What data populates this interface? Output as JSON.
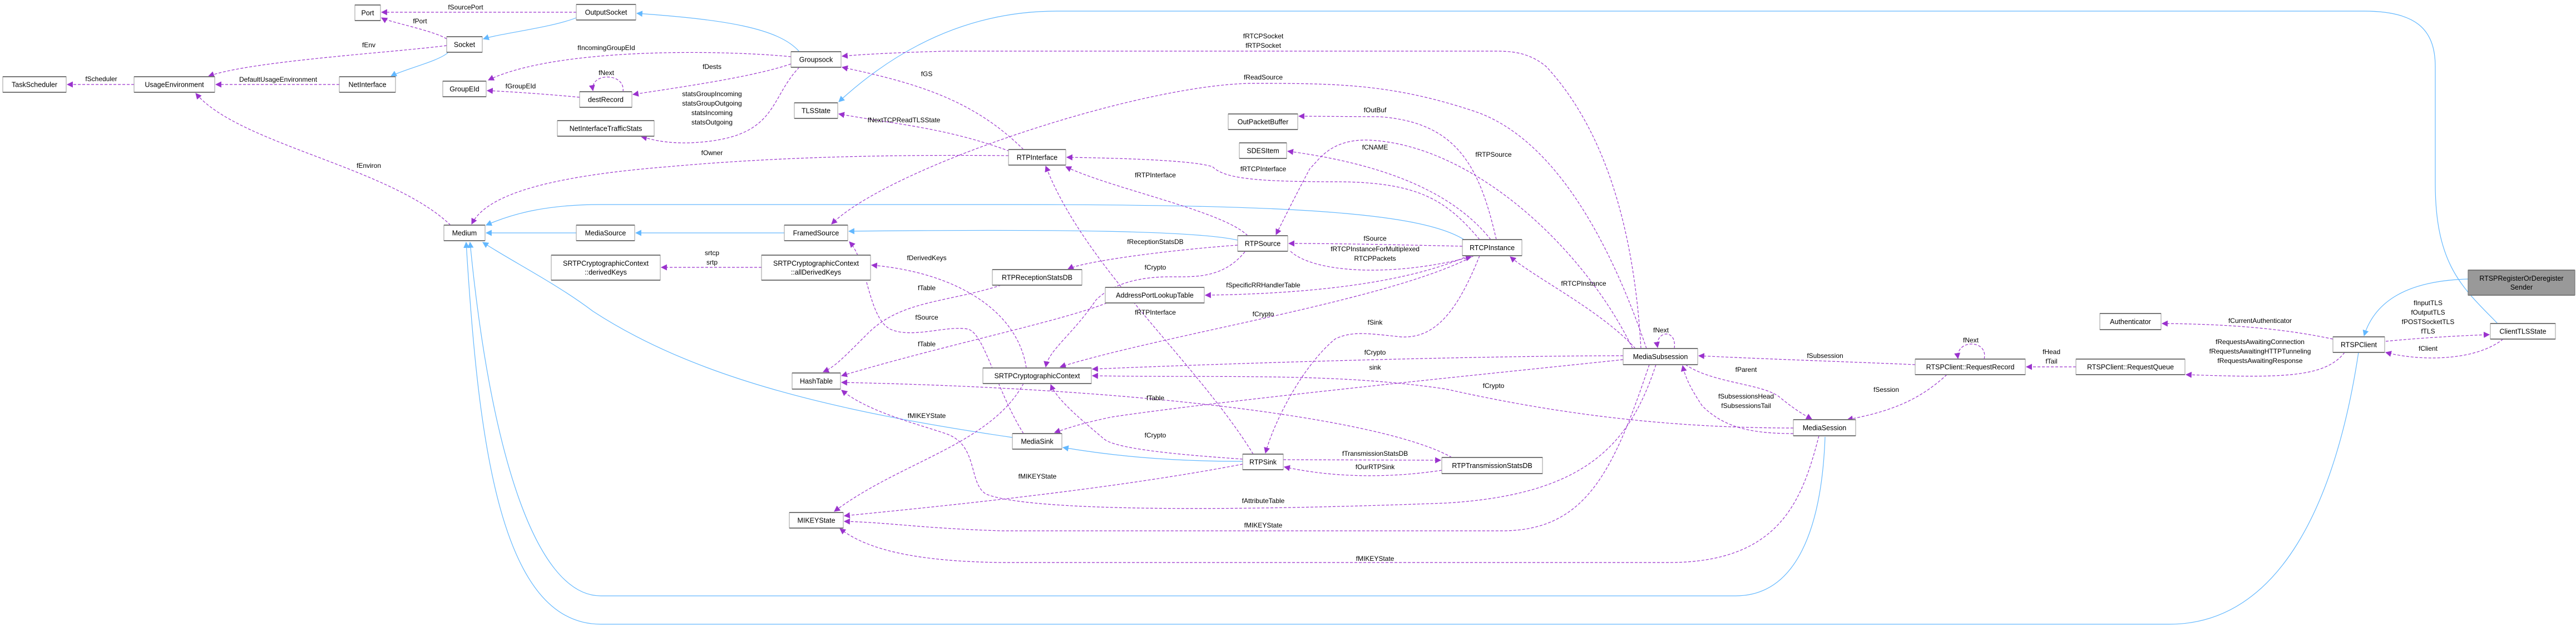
{
  "diagram": {
    "colors": {
      "inheritance": "#63B8FF",
      "usage": "#9A32CD",
      "focus_node": "#999999",
      "node_border": "#999999"
    },
    "nodes": [
      {
        "id": "Port",
        "label": [
          "Port"
        ]
      },
      {
        "id": "OutputSocket",
        "label": [
          "OutputSocket"
        ]
      },
      {
        "id": "Socket",
        "label": [
          "Socket"
        ]
      },
      {
        "id": "TaskScheduler",
        "label": [
          "TaskScheduler"
        ]
      },
      {
        "id": "UsageEnvironment",
        "label": [
          "UsageEnvironment"
        ]
      },
      {
        "id": "NetInterface",
        "label": [
          "NetInterface"
        ]
      },
      {
        "id": "GroupEId",
        "label": [
          "GroupEId"
        ]
      },
      {
        "id": "destRecord",
        "label": [
          "destRecord"
        ]
      },
      {
        "id": "Groupsock",
        "label": [
          "Groupsock"
        ]
      },
      {
        "id": "TLSState",
        "label": [
          "TLSState"
        ]
      },
      {
        "id": "NetInterfaceTrafficStats",
        "label": [
          "NetInterfaceTrafficStats"
        ]
      },
      {
        "id": "Medium",
        "label": [
          "Medium"
        ]
      },
      {
        "id": "MediaSource",
        "label": [
          "MediaSource"
        ]
      },
      {
        "id": "FramedSource",
        "label": [
          "FramedSource"
        ]
      },
      {
        "id": "derivedKeys",
        "label": [
          "SRTPCryptographicContext",
          "::derivedKeys"
        ]
      },
      {
        "id": "allDerivedKeys",
        "label": [
          "SRTPCryptographicContext",
          "::allDerivedKeys"
        ]
      },
      {
        "id": "RTPInterface",
        "label": [
          "RTPInterface"
        ]
      },
      {
        "id": "OutPacketBuffer",
        "label": [
          "OutPacketBuffer"
        ]
      },
      {
        "id": "SDESItem",
        "label": [
          "SDESItem"
        ]
      },
      {
        "id": "RTPSource",
        "label": [
          "RTPSource"
        ]
      },
      {
        "id": "RTCPInstance",
        "label": [
          "RTCPInstance"
        ]
      },
      {
        "id": "RTPReceptionStatsDB",
        "label": [
          "RTPReceptionStatsDB"
        ]
      },
      {
        "id": "AddressPortLookupTable",
        "label": [
          "AddressPortLookupTable"
        ]
      },
      {
        "id": "HashTable",
        "label": [
          "HashTable"
        ]
      },
      {
        "id": "MIKEYState",
        "label": [
          "MIKEYState"
        ]
      },
      {
        "id": "SRTPCryptographicContext",
        "label": [
          "SRTPCryptographicContext"
        ]
      },
      {
        "id": "MediaSink",
        "label": [
          "MediaSink"
        ]
      },
      {
        "id": "RTPSink",
        "label": [
          "RTPSink"
        ]
      },
      {
        "id": "RTPTransmissionStatsDB",
        "label": [
          "RTPTransmissionStatsDB"
        ]
      },
      {
        "id": "MediaSubsession",
        "label": [
          "MediaSubsession"
        ]
      },
      {
        "id": "Authenticator",
        "label": [
          "Authenticator"
        ]
      },
      {
        "id": "RTSPClient",
        "label": [
          "RTSPClient"
        ]
      },
      {
        "id": "ClientTLSState",
        "label": [
          "ClientTLSState"
        ]
      },
      {
        "id": "RequestRecord",
        "label": [
          "RTSPClient::RequestRecord"
        ]
      },
      {
        "id": "RequestQueue",
        "label": [
          "RTSPClient::RequestQueue"
        ]
      },
      {
        "id": "MediaSession",
        "label": [
          "MediaSession"
        ]
      },
      {
        "id": "RTSPRegisterOrDeregisterSender",
        "label": [
          "RTSPRegisterOrDeregister",
          "Sender"
        ],
        "focus": true
      }
    ],
    "edges": [
      {
        "from": "OutputSocket",
        "to": "Socket",
        "type": "inheritance",
        "label": []
      },
      {
        "from": "Groupsock",
        "to": "OutputSocket",
        "type": "inheritance",
        "label": []
      },
      {
        "from": "Socket",
        "to": "NetInterface",
        "type": "inheritance",
        "label": []
      },
      {
        "from": "ClientTLSState",
        "to": "TLSState",
        "type": "inheritance",
        "label": []
      },
      {
        "from": "RTSPRegisterOrDeregisterSender",
        "to": "RTSPClient",
        "type": "inheritance",
        "label": []
      },
      {
        "from": "MediaSource",
        "to": "Medium",
        "type": "inheritance",
        "label": []
      },
      {
        "from": "FramedSource",
        "to": "MediaSource",
        "type": "inheritance",
        "label": []
      },
      {
        "from": "RTPSource",
        "to": "FramedSource",
        "type": "inheritance",
        "label": []
      },
      {
        "from": "RTCPInstance",
        "to": "Medium",
        "type": "inheritance",
        "label": []
      },
      {
        "from": "MediaSink",
        "to": "Medium",
        "type": "inheritance",
        "label": []
      },
      {
        "from": "RTPSink",
        "to": "MediaSink",
        "type": "inheritance",
        "label": []
      },
      {
        "from": "MediaSession",
        "to": "Medium",
        "type": "inheritance",
        "label": []
      },
      {
        "from": "RTSPClient",
        "to": "Medium",
        "type": "inheritance",
        "label": []
      },
      {
        "from": "OutputSocket",
        "to": "Port",
        "type": "usage",
        "label": [
          "fSourcePort"
        ]
      },
      {
        "from": "Socket",
        "to": "Port",
        "type": "usage",
        "label": [
          "fPort"
        ]
      },
      {
        "from": "Socket",
        "to": "UsageEnvironment",
        "type": "usage",
        "label": [
          "fEnv"
        ]
      },
      {
        "from": "UsageEnvironment",
        "to": "TaskScheduler",
        "type": "usage",
        "label": [
          "fScheduler"
        ]
      },
      {
        "from": "NetInterface",
        "to": "UsageEnvironment",
        "type": "usage",
        "label": [
          "DefaultUsageEnvironment"
        ]
      },
      {
        "from": "Groupsock",
        "to": "GroupEId",
        "type": "usage",
        "label": [
          "fIncomingGroupEId"
        ]
      },
      {
        "from": "Groupsock",
        "to": "destRecord",
        "type": "usage",
        "label": [
          "fDests"
        ]
      },
      {
        "from": "destRecord",
        "to": "GroupEId",
        "type": "usage",
        "label": [
          "fGroupEId"
        ]
      },
      {
        "from": "destRecord",
        "to": "destRecord",
        "type": "usage",
        "label": [
          "fNext"
        ]
      },
      {
        "from": "Groupsock",
        "to": "NetInterfaceTrafficStats",
        "type": "usage",
        "label": [
          "statsGroupIncoming",
          "statsGroupOutgoing",
          "statsIncoming",
          "statsOutgoing"
        ]
      },
      {
        "from": "Medium",
        "to": "UsageEnvironment",
        "type": "usage",
        "label": [
          "fEnviron"
        ]
      },
      {
        "from": "RTPInterface",
        "to": "Medium",
        "type": "usage",
        "label": [
          "fOwner"
        ]
      },
      {
        "from": "RTPInterface",
        "to": "Groupsock",
        "type": "usage",
        "label": [
          "fGS"
        ]
      },
      {
        "from": "RTPInterface",
        "to": "TLSState",
        "type": "usage",
        "label": [
          "fNextTCPReadTLSState"
        ]
      },
      {
        "from": "MediaSubsession",
        "to": "Groupsock",
        "type": "usage",
        "label": [
          "fRTCPSocket",
          "fRTPSocket"
        ]
      },
      {
        "from": "MediaSubsession",
        "to": "FramedSource",
        "type": "usage",
        "label": [
          "fReadSource"
        ]
      },
      {
        "from": "RTCPInstance",
        "to": "OutPacketBuffer",
        "type": "usage",
        "label": [
          "fOutBuf"
        ]
      },
      {
        "from": "RTCPInstance",
        "to": "SDESItem",
        "type": "usage",
        "label": [
          "fCNAME"
        ]
      },
      {
        "from": "RTCPInstance",
        "to": "RTPInterface",
        "type": "usage",
        "label": [
          "fRTCPInterface"
        ]
      },
      {
        "from": "RTPSource",
        "to": "RTPInterface",
        "type": "usage",
        "label": [
          "fRTPInterface"
        ]
      },
      {
        "from": "MediaSubsession",
        "to": "RTPSource",
        "type": "usage",
        "label": [
          "fRTPSource"
        ]
      },
      {
        "from": "RTCPInstance",
        "to": "RTPSource",
        "type": "usage",
        "label": [
          "fSource"
        ]
      },
      {
        "from": "RTPSource",
        "to": "RTCPInstance",
        "type": "usage",
        "label": [
          "fRTCPInstanceForMultiplexed",
          "RTCPPackets"
        ]
      },
      {
        "from": "MediaSubsession",
        "to": "RTCPInstance",
        "type": "usage",
        "label": [
          "fRTCPInstance"
        ]
      },
      {
        "from": "RTPSource",
        "to": "RTPReceptionStatsDB",
        "type": "usage",
        "label": [
          "fReceptionStatsDB"
        ]
      },
      {
        "from": "RTPSource",
        "to": "SRTPCryptographicContext",
        "type": "usage",
        "label": [
          "fCrypto"
        ]
      },
      {
        "from": "RTCPInstance",
        "to": "AddressPortLookupTable",
        "type": "usage",
        "label": [
          "fSpecificRRHandlerTable"
        ]
      },
      {
        "from": "SRTPCryptographicContext",
        "to": "allDerivedKeys",
        "type": "usage",
        "label": [
          "fDerivedKeys"
        ]
      },
      {
        "from": "allDerivedKeys",
        "to": "derivedKeys",
        "type": "usage",
        "label": [
          "srtcp",
          "srtp"
        ]
      },
      {
        "from": "MediaSink",
        "to": "FramedSource",
        "type": "usage",
        "label": [
          "fSource"
        ]
      },
      {
        "from": "RTPReceptionStatsDB",
        "to": "HashTable",
        "type": "usage",
        "label": [
          "fTable"
        ]
      },
      {
        "from": "AddressPortLookupTable",
        "to": "HashTable",
        "type": "usage",
        "label": [
          "fTable"
        ]
      },
      {
        "from": "RTPTransmissionStatsDB",
        "to": "HashTable",
        "type": "usage",
        "label": [
          "fTable"
        ]
      },
      {
        "from": "RTCPInstance",
        "to": "SRTPCryptographicContext",
        "type": "usage",
        "label": [
          "fCrypto"
        ]
      },
      {
        "from": "RTCPInstance",
        "to": "RTPSink",
        "type": "usage",
        "label": [
          "fSink"
        ]
      },
      {
        "from": "MediaSubsession",
        "to": "SRTPCryptographicContext",
        "type": "usage",
        "label": [
          "fCrypto"
        ]
      },
      {
        "from": "MediaSubsession",
        "to": "MediaSink",
        "type": "usage",
        "label": [
          "sink"
        ]
      },
      {
        "from": "MediaSession",
        "to": "SRTPCryptographicContext",
        "type": "usage",
        "label": [
          "fCrypto"
        ]
      },
      {
        "from": "RTPSink",
        "to": "SRTPCryptographicContext",
        "type": "usage",
        "label": [
          "fCrypto"
        ]
      },
      {
        "from": "RTPSink",
        "to": "RTPInterface",
        "type": "usage",
        "label": [
          "fRTPInterface"
        ]
      },
      {
        "from": "RTPSink",
        "to": "RTPTransmissionStatsDB",
        "type": "usage",
        "label": [
          "fTransmissionStatsDB"
        ]
      },
      {
        "from": "RTPTransmissionStatsDB",
        "to": "RTPSink",
        "type": "usage",
        "label": [
          "fOurRTPSink"
        ]
      },
      {
        "from": "SRTPCryptographicContext",
        "to": "MIKEYState",
        "type": "usage",
        "label": [
          "fMIKEYState"
        ]
      },
      {
        "from": "RTPSink",
        "to": "MIKEYState",
        "type": "usage",
        "label": [
          "fMIKEYState"
        ]
      },
      {
        "from": "MediaSubsession",
        "to": "HashTable",
        "type": "usage",
        "label": [
          "fAttributeTable"
        ]
      },
      {
        "from": "MediaSubsession",
        "to": "MIKEYState",
        "type": "usage",
        "label": [
          "fMIKEYState"
        ]
      },
      {
        "from": "MediaSession",
        "to": "MIKEYState",
        "type": "usage",
        "label": [
          "fMIKEYState"
        ]
      },
      {
        "from": "MediaSubsession",
        "to": "MediaSubsession",
        "type": "usage",
        "label": [
          "fNext"
        ]
      },
      {
        "from": "MediaSubsession",
        "to": "MediaSession",
        "type": "usage",
        "label": [
          "fParent"
        ]
      },
      {
        "from": "MediaSession",
        "to": "MediaSubsession",
        "type": "usage",
        "label": [
          "fSubsessionsHead",
          "fSubsessionsTail"
        ]
      },
      {
        "from": "RequestRecord",
        "to": "MediaSubsession",
        "type": "usage",
        "label": [
          "fSubsession"
        ]
      },
      {
        "from": "RequestRecord",
        "to": "MediaSession",
        "type": "usage",
        "label": [
          "fSession"
        ]
      },
      {
        "from": "RequestRecord",
        "to": "RequestRecord",
        "type": "usage",
        "label": [
          "fNext"
        ]
      },
      {
        "from": "RequestQueue",
        "to": "RequestRecord",
        "type": "usage",
        "label": [
          "fHead",
          "fTail"
        ]
      },
      {
        "from": "RTSPClient",
        "to": "RequestQueue",
        "type": "usage",
        "label": [
          "fRequestsAwaitingConnection",
          "fRequestsAwaitingHTTPTunneling",
          "fRequestsAwaitingResponse"
        ]
      },
      {
        "from": "RTSPClient",
        "to": "Authenticator",
        "type": "usage",
        "label": [
          "fCurrentAuthenticator"
        ]
      },
      {
        "from": "RTSPClient",
        "to": "ClientTLSState",
        "type": "usage",
        "label": [
          "fInputTLS",
          "fOutputTLS",
          "fPOSTSocketTLS",
          "fTLS"
        ]
      },
      {
        "from": "ClientTLSState",
        "to": "RTSPClient",
        "type": "usage",
        "label": [
          "fClient"
        ]
      }
    ]
  }
}
